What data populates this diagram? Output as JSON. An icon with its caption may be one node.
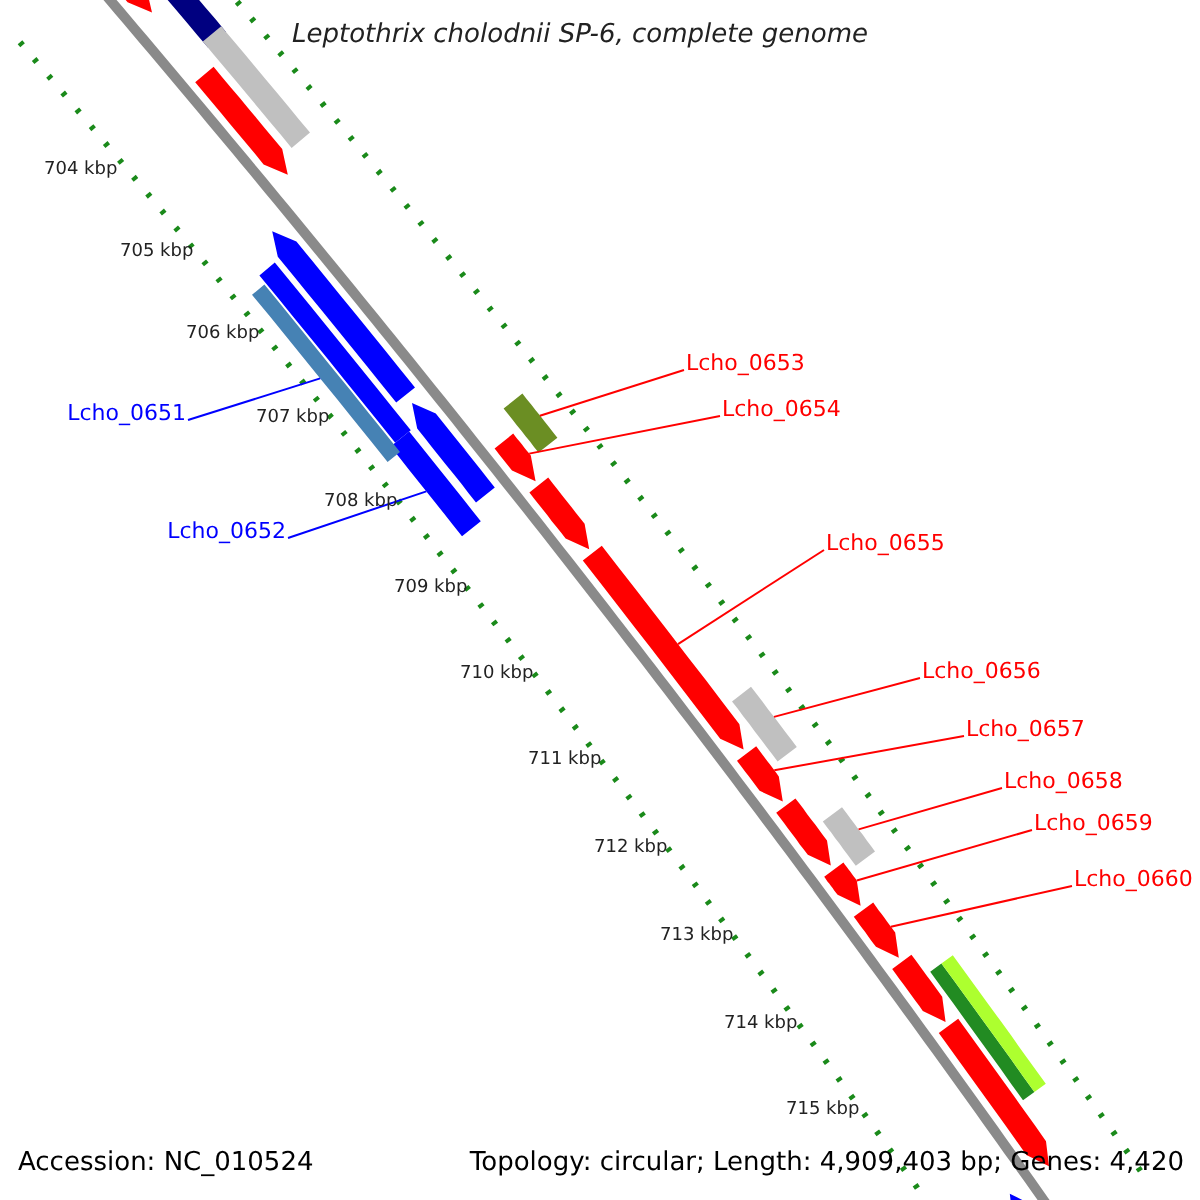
{
  "diagram": {
    "title": "Leptothrix cholodnii SP-6, complete genome",
    "nodes": [
      {
        "text": [
          "Lcho_0651"
        ]
      },
      {
        "text": [
          "Lcho_0652"
        ]
      },
      {
        "text": [
          "Lcho_0653"
        ]
      },
      {
        "text": [
          "Lcho_0654"
        ]
      },
      {
        "text": [
          "Lcho_0655"
        ]
      },
      {
        "text": [
          "Lcho_0656"
        ]
      },
      {
        "text": [
          "Lcho_0657"
        ]
      },
      {
        "text": [
          "Lcho_0658"
        ]
      },
      {
        "text": [
          "Lcho_0659"
        ]
      },
      {
        "text": [
          "Lcho_0660"
        ]
      },
      {
        "text": [],
        "shape": "bar"
      },
      {
        "text": [],
        "shape": "bar"
      },
      {
        "text": [],
        "shape": "bar"
      },
      {
        "text": [],
        "shape": "bar"
      },
      {
        "text": [],
        "shape": "bar"
      },
      {
        "text": [],
        "shape": "bar"
      },
      {
        "text": [],
        "shape": "bar"
      },
      {
        "text": [],
        "shape": "bar"
      },
      {
        "text": [],
        "shape": "bar"
      },
      {
        "text": [],
        "shape": "bar"
      },
      {
        "text": [],
        "shape": "bar"
      },
      {
        "text": [],
        "shape": "bar"
      },
      {
        "text": [],
        "shape": "bar"
      },
      {
        "text": [],
        "shape": "bar"
      },
      {
        "text": [],
        "shape": "bar"
      },
      {
        "text": [],
        "shape": "bar"
      },
      {
        "text": [],
        "shape": "bar"
      },
      {
        "text": [],
        "shape": "bar"
      },
      {
        "text": [],
        "shape": "bar"
      },
      {
        "text": [],
        "shape": "bar"
      },
      {
        "text": [],
        "shape": "bar"
      },
      {
        "text": [],
        "shape": "bar"
      },
      {
        "text": [],
        "shape": "bar"
      },
      {
        "text": [],
        "shape": "bar"
      }
    ],
    "edges": [
      {
        "from": 0,
        "to": 10,
        "arrow": "none",
        "color": "#0000ff"
      },
      {
        "from": 1,
        "to": 11,
        "arrow": "none",
        "color": "#0000ff"
      },
      {
        "from": 2,
        "to": 12,
        "arrow": "none"
      },
      {
        "from": 3,
        "to": 13,
        "arrow": "none"
      },
      {
        "from": 4,
        "to": 14,
        "arrow": "none"
      },
      {
        "from": 5,
        "to": 15,
        "arrow": "none"
      },
      {
        "from": 6,
        "to": 16,
        "arrow": "none"
      },
      {
        "from": 7,
        "to": 17,
        "arrow": "none"
      },
      {
        "from": 8,
        "to": 18,
        "arrow": "none"
      },
      {
        "from": 9,
        "to": 19,
        "arrow": "none"
      }
    ],
    "labels": [
      "704 kbp",
      "705 kbp",
      "706 kbp",
      "707 kbp",
      "708 kbp",
      "709 kbp",
      "710 kbp",
      "711 kbp",
      "712 kbp",
      "713 kbp",
      "714 kbp",
      "715 kbp",
      "Accession: NC_010524",
      "Topology: circular; Length: 4,909,403 bp; Genes: 4,420"
    ]
  }
}
